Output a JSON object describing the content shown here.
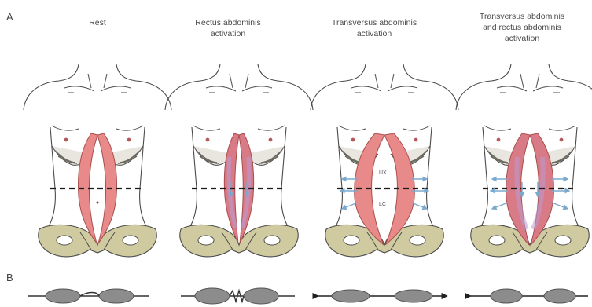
{
  "panel_labels": {
    "a": "A",
    "b": "B"
  },
  "titles": [
    {
      "line1": "Rest",
      "line2": "",
      "line3": ""
    },
    {
      "line1": "Rectus abdominis",
      "line2": "activation",
      "line3": ""
    },
    {
      "line1": "Transversus abdominis",
      "line2": "activation",
      "line3": ""
    },
    {
      "line1": "Transversus abdominis",
      "line2": "and rectus abdominis",
      "line3": "activation"
    }
  ],
  "inner_labels": {
    "upper": "UX",
    "lower": "LC"
  },
  "colors": {
    "outline": "#4a4a4a",
    "muscle": "#e88a8a",
    "muscle_fill_dark": "#d97b86",
    "muscle_overlay": "#b99ad6",
    "pelvis": "#cfcaa0",
    "ribs": "#a8a79b",
    "arrows": "#7aa8cf",
    "cross_section": "#8c8c8c",
    "dashed": "#1a1a1a"
  }
}
